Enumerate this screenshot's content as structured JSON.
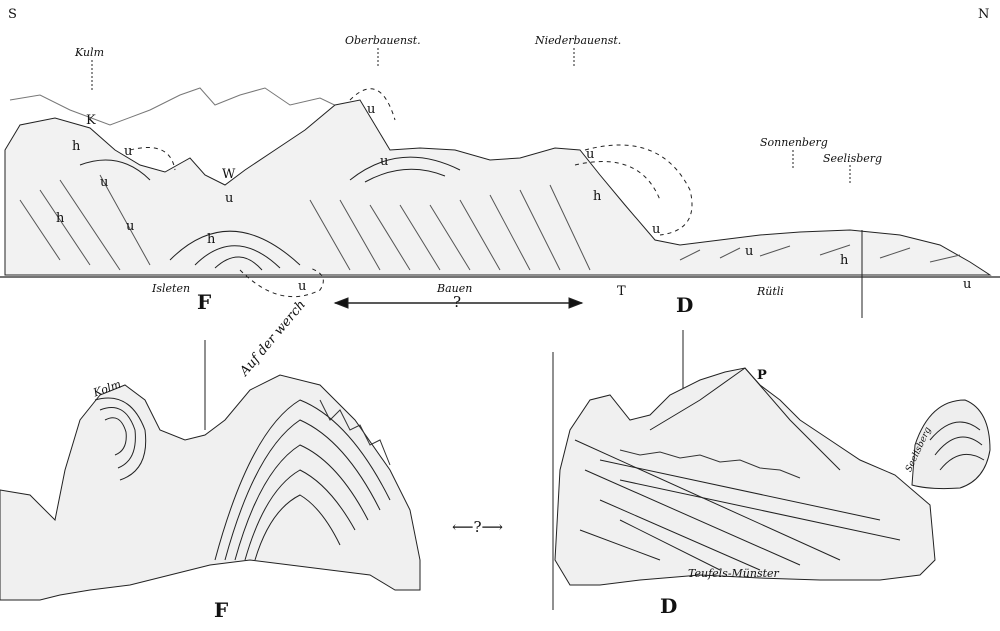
{
  "compass": {
    "south": "S",
    "north": "N"
  },
  "profile": {
    "peaks": {
      "kulm": "Kulm",
      "oberbauenst": "Oberbauenst.",
      "niederbauenst": "Niederbauenst.",
      "sonnenberg": "Sonnenberg",
      "seelisberg": "Seelisberg"
    },
    "letters": {
      "k": "K",
      "h": "h",
      "u": "u",
      "w": "W",
      "t": "T"
    },
    "places": {
      "isleten": "Isleten",
      "bauen": "Bauen",
      "rutli": "Rütli"
    },
    "section_f": "F",
    "section_d": "D",
    "question": "?"
  },
  "sketch_f": {
    "kolm": "Kolm",
    "auf_der_werch": "Auf der werch",
    "label": "F"
  },
  "sketch_d": {
    "p": "P",
    "teufels_munster": "Teufels-Münster",
    "seelisberg_small": "Seelisberg",
    "label": "D"
  },
  "middle_link": "⟵?⟶"
}
